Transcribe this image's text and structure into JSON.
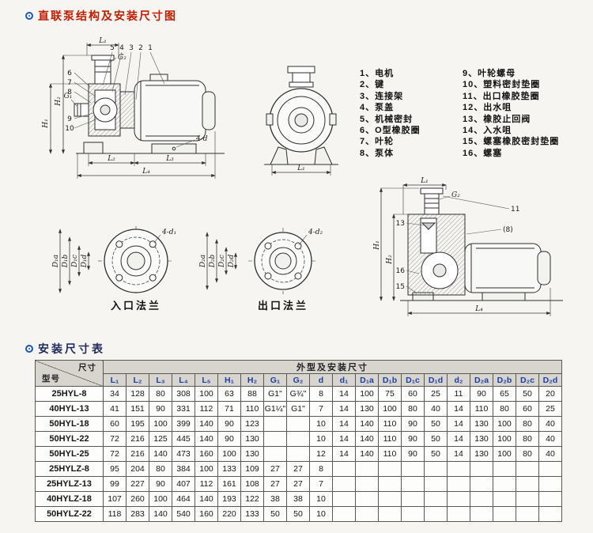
{
  "page": {
    "title1": "直联泵结构及安装尺寸图",
    "title2": "安装尺寸表",
    "accent_red": "#c41c00",
    "accent_blue": "#1a57b8"
  },
  "parts_list": {
    "column1": [
      "1、电机",
      "2、键",
      "3、连接架",
      "4、泵盖",
      "5、机械密封",
      "6、O型橡胶圈",
      "7、叶轮",
      "8、泵体"
    ],
    "column2": [
      "9、叶轮螺母",
      "10、塑料密封垫圈",
      "11、出口橡胶垫圈",
      "12、出水咀",
      "13、橡胶止回阀",
      "14、入水咀",
      "15、螺塞橡胶密封垫圈",
      "16、螺塞"
    ]
  },
  "diagrams": {
    "side_view": {
      "dim_l1": "L₁",
      "dim_g2": "G₂",
      "dim_h1": "H₁",
      "dim_h2": "H₂",
      "dim_g1": "G₁",
      "dim_l2": "L₂",
      "dim_l3": "L₃",
      "dim_l4": "L₄",
      "foot_hole": "4-d",
      "callouts_top": [
        "5",
        "4",
        "3",
        "2",
        "1"
      ],
      "callouts_left": [
        "6",
        "7",
        "8",
        "9",
        "10"
      ]
    },
    "front_view": {
      "dim_l1": "L₁"
    },
    "inlet_flange": {
      "caption": "入口法兰",
      "dims": [
        "D₁a",
        "D₁b",
        "D₁c",
        "D₁d"
      ],
      "hole_label": "4-d₁"
    },
    "outlet_flange": {
      "caption": "出口法兰",
      "dims": [
        "D₂a",
        "D₂b",
        "D₂c",
        "D₂d"
      ],
      "hole_label": "4-d₂"
    },
    "z_view": {
      "dim_l1": "L₁",
      "dim_g2": "G₂",
      "dim_h1": "H₁",
      "dim_h2": "H₂",
      "dim_l4": "L₄",
      "callouts": [
        "13",
        "16",
        "15",
        "11",
        "(8)"
      ]
    }
  },
  "table": {
    "corner_top": "尺寸",
    "corner_bottom": "型号",
    "group_header": "外型及安装尺寸",
    "columns": [
      "L₁",
      "L₂",
      "L₃",
      "L₄",
      "L₅",
      "H₁",
      "H₂",
      "G₁",
      "G₂",
      "d",
      "d₁",
      "D₁a",
      "D₁b",
      "D₁c",
      "D₁d",
      "d₂",
      "D₂a",
      "D₂b",
      "D₂c",
      "D₂d"
    ],
    "rows": [
      {
        "model": "25HYL-8",
        "values": [
          "34",
          "128",
          "80",
          "308",
          "100",
          "63",
          "88",
          "G1\"",
          "G¾\"",
          "8",
          "14",
          "100",
          "75",
          "60",
          "25",
          "11",
          "90",
          "65",
          "50",
          "20"
        ]
      },
      {
        "model": "40HYL-13",
        "values": [
          "41",
          "151",
          "90",
          "331",
          "112",
          "71",
          "110",
          "G1¼\"",
          "G1\"",
          "7",
          "14",
          "130",
          "100",
          "80",
          "40",
          "14",
          "110",
          "80",
          "60",
          "25"
        ]
      },
      {
        "model": "50HYL-18",
        "values": [
          "60",
          "195",
          "100",
          "399",
          "140",
          "90",
          "123",
          "",
          "",
          "10",
          "14",
          "140",
          "110",
          "90",
          "50",
          "14",
          "130",
          "100",
          "80",
          "40"
        ]
      },
      {
        "model": "50HYL-22",
        "values": [
          "72",
          "216",
          "125",
          "445",
          "140",
          "90",
          "130",
          "",
          "",
          "10",
          "14",
          "140",
          "110",
          "90",
          "50",
          "14",
          "130",
          "100",
          "80",
          "40"
        ]
      },
      {
        "model": "50HYL-25",
        "values": [
          "72",
          "216",
          "140",
          "473",
          "160",
          "100",
          "130",
          "",
          "",
          "12",
          "14",
          "140",
          "110",
          "90",
          "50",
          "14",
          "130",
          "100",
          "80",
          "40"
        ]
      },
      {
        "model": "25HYLZ-8",
        "values": [
          "95",
          "204",
          "80",
          "384",
          "100",
          "133",
          "109",
          "27",
          "27",
          "8",
          "",
          "",
          "",
          "",
          "",
          "",
          "",
          "",
          "",
          ""
        ]
      },
      {
        "model": "25HYLZ-13",
        "values": [
          "99",
          "227",
          "90",
          "407",
          "112",
          "161",
          "108",
          "27",
          "27",
          "7",
          "",
          "",
          "",
          "",
          "",
          "",
          "",
          "",
          "",
          ""
        ]
      },
      {
        "model": "40HYLZ-18",
        "values": [
          "107",
          "260",
          "100",
          "464",
          "140",
          "193",
          "122",
          "38",
          "38",
          "10",
          "",
          "",
          "",
          "",
          "",
          "",
          "",
          "",
          "",
          ""
        ]
      },
      {
        "model": "50HYLZ-22",
        "values": [
          "118",
          "283",
          "140",
          "540",
          "160",
          "220",
          "133",
          "50",
          "50",
          "10",
          "",
          "",
          "",
          "",
          "",
          "",
          "",
          "",
          "",
          ""
        ]
      }
    ]
  }
}
